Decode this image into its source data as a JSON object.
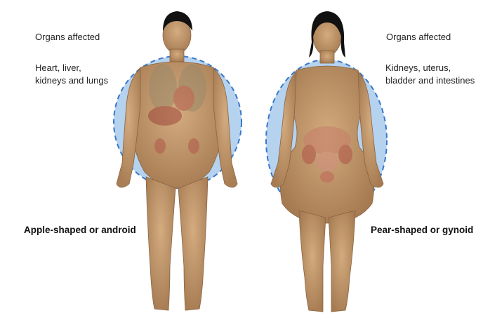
{
  "left_figure": {
    "organs_heading": "Organs affected",
    "organs_list": "Heart, liver,\nkidneys and lungs",
    "caption": "Apple-shaped or android"
  },
  "right_figure": {
    "organs_heading": "Organs affected",
    "organs_list": "Kidneys, uterus,\nbladder and intestines",
    "caption": "Pear-shaped or gynoid"
  },
  "colors": {
    "skin": "#c99f74",
    "skin_shadow": "#a97e55",
    "hair": "#111111",
    "fat_zone": "#9cc3ea",
    "fat_outline": "#3a78c8",
    "organs": "#c8806a"
  }
}
